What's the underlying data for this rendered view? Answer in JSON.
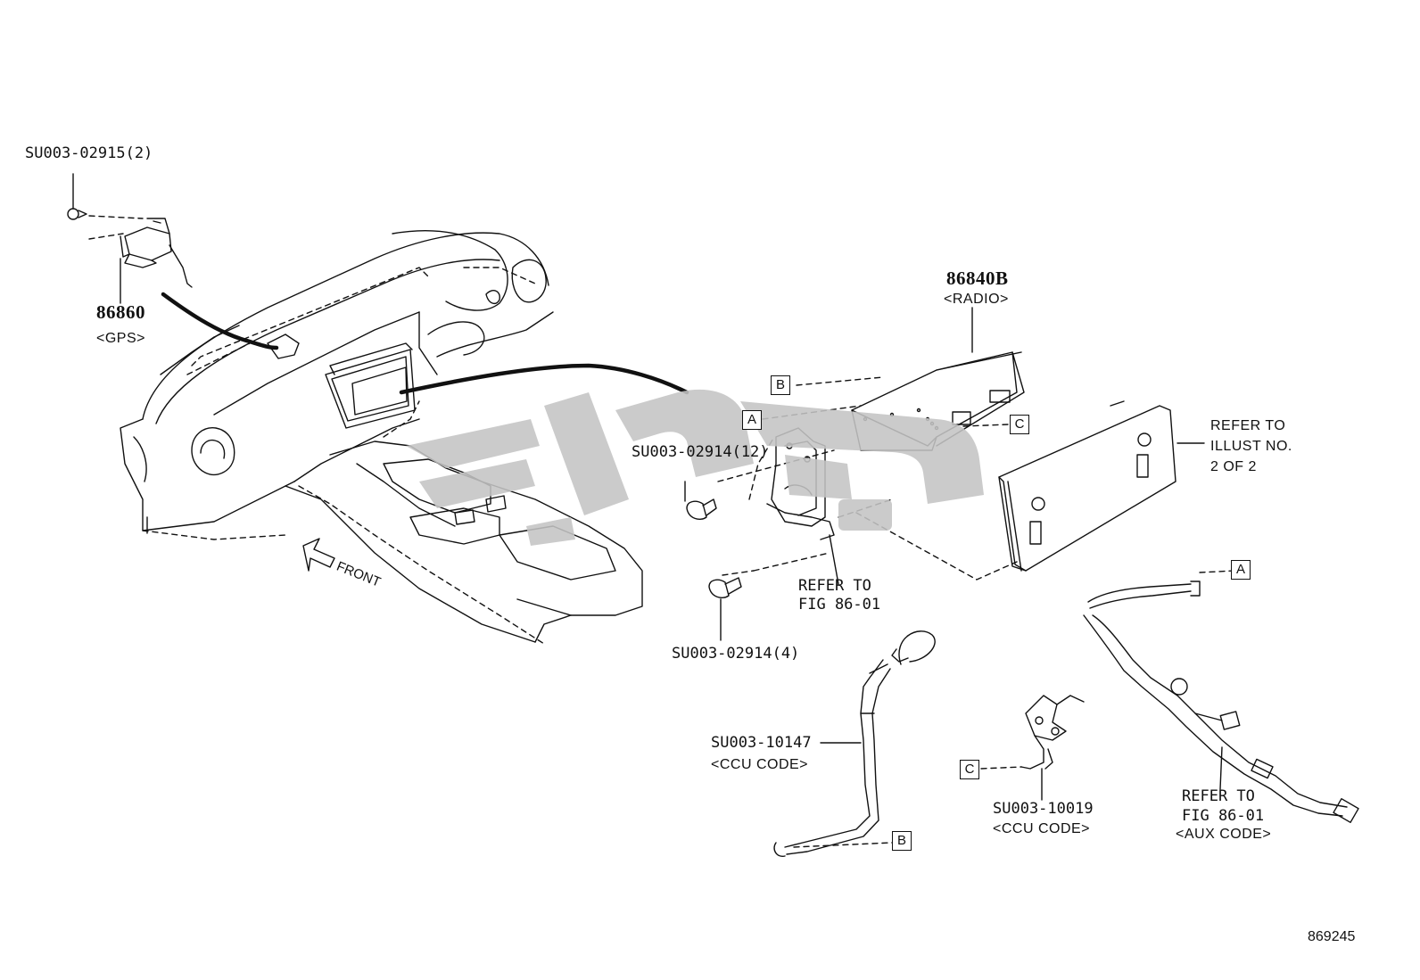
{
  "parts": {
    "su003_02915": "SU003-02915(2)",
    "p86860": "86860",
    "gps": "<GPS>",
    "p86840b": "86840B",
    "radio": "<RADIO>",
    "su003_02914_12": "SU003-02914(12)",
    "su003_02914_4": "SU003-02914(4)",
    "su003_10147": "SU003-10147",
    "ccu_code_1": "<CCU CODE>",
    "su003_10019": "SU003-10019",
    "ccu_code_2": "<CCU CODE>",
    "aux_code": "<AUX CODE>"
  },
  "refs": {
    "illust_line1": "REFER TO",
    "illust_line2": "ILLUST NO.",
    "illust_line3": "2 OF 2",
    "fig_a_line1": "REFER TO",
    "fig_a_line2": "FIG 86-01",
    "fig_b_line1": "REFER TO",
    "fig_b_line2": "FIG 86-01"
  },
  "markers": {
    "a": "A",
    "b": "B",
    "c": "C"
  },
  "front_label": "FRONT",
  "illustration_id": "869245",
  "colors": {
    "line": "#111111",
    "watermark": "#c4c4c4"
  }
}
